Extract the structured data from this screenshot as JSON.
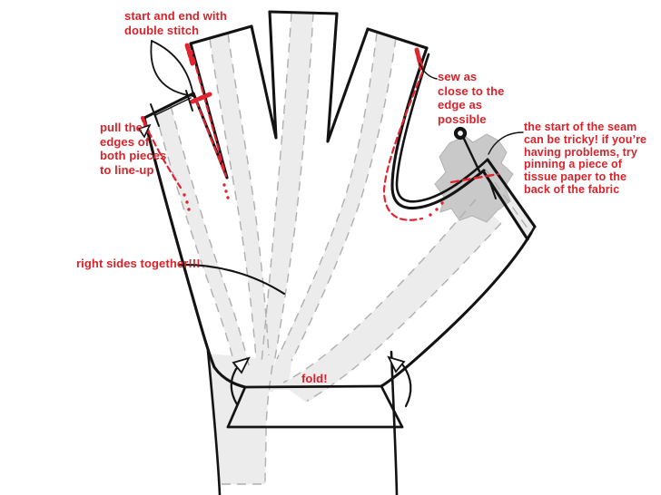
{
  "diagram": {
    "subject": "glove sewing pattern instructions",
    "annotations": {
      "double_stitch": "start and end with\ndouble stitch",
      "pull_edges": "pull the\nedges of\nboth pieces\nto line-up",
      "sew_close": "sew as\nclose to the\nedge as\npossible",
      "seam_tricky": "the start of the seam\ncan be tricky! if you’re\nhaving problems, try\npinning a piece of\ntissue paper to the\nback of the fabric",
      "right_sides": "right sides together!!!",
      "fold": "fold!"
    },
    "colors": {
      "annotation_red": "#d8232b",
      "stitch_red": "#e02430",
      "outline_black": "#131313",
      "fabric_gray": "#ececec",
      "tissue_gray": "#c9c9c9",
      "dash_gray": "#afafaf",
      "background": "#ffffff"
    },
    "icons": {
      "pin": "sewing-pin-icon",
      "fold_arrows": "curved-fold-arrow-icon",
      "pull_arrow": "small-open-arrow-icon"
    }
  }
}
